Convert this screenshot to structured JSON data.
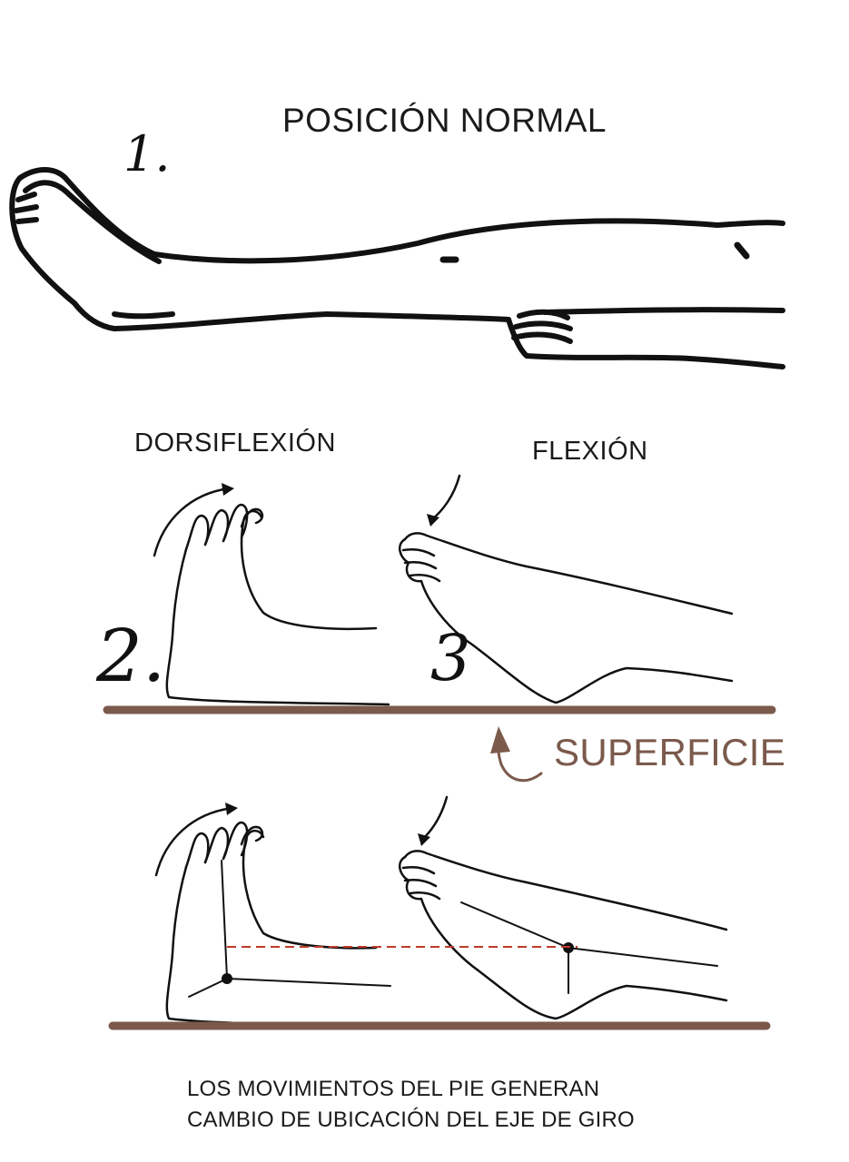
{
  "title": "POSICIÓN NORMAL",
  "panels": {
    "dorsiflexion_label": "DORSIFLEXIÓN",
    "flexion_label": "FLEXIÓN",
    "surface_label": "SUPERFICIE"
  },
  "numbers": {
    "n1": "1.",
    "n2": "2.",
    "n3": "3"
  },
  "caption": {
    "line1": "LOS MOVIMIENTOS DEL PIE GENERAN",
    "line2": "CAMBIO DE UBICACIÓN DEL EJE DE GIRO"
  },
  "colors": {
    "ink": "#111111",
    "surface": "#7b5a4c",
    "axis_line": "#c0392b"
  }
}
